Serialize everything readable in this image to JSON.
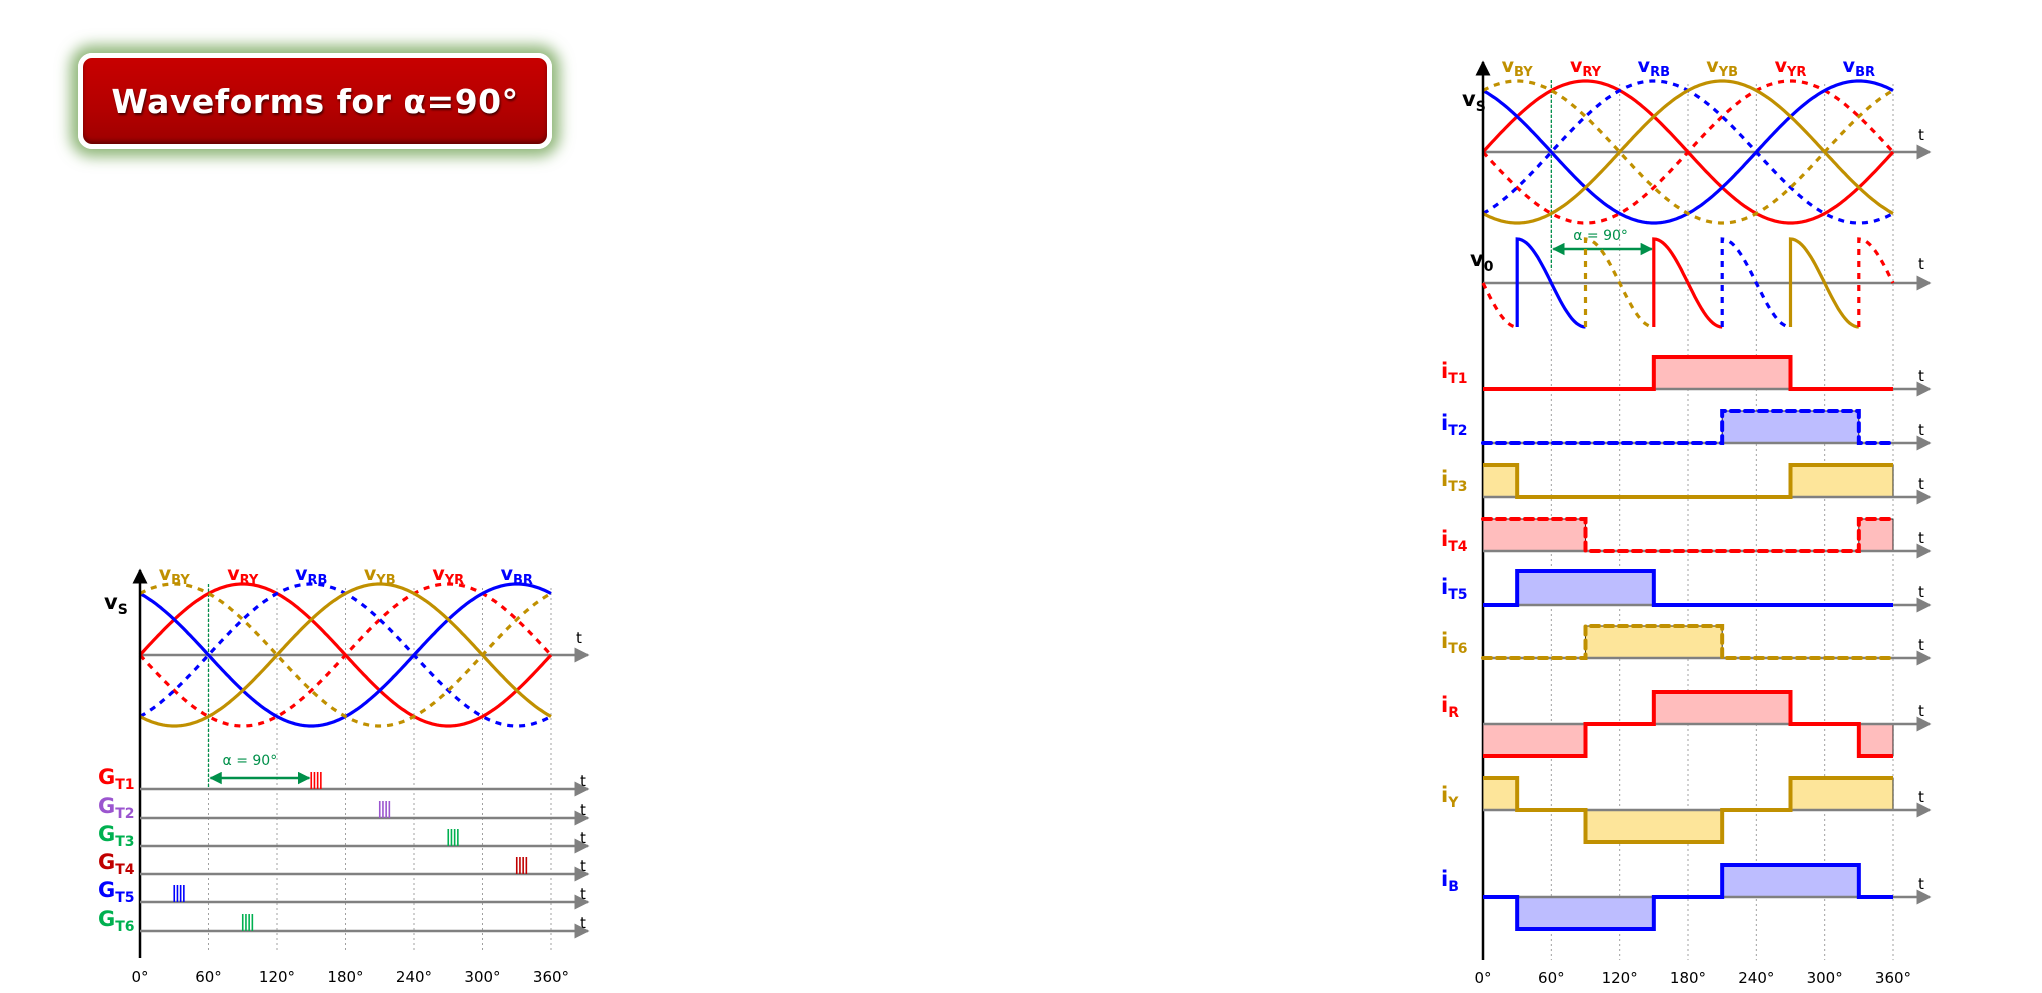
{
  "title": "Waveforms for α=90°",
  "colors": {
    "red": "#ff0000",
    "blue": "#0000ff",
    "gold": "#c09000",
    "purple": "#9b55cf",
    "green": "#00b050",
    "dark_red": "#c00000",
    "alpha_green": "#00904a",
    "axis_gray": "#808080",
    "fill_red": "#ffbdbd",
    "fill_blue": "#bdbdff",
    "fill_gold": "#fde59a"
  },
  "chart_data": [
    {
      "id": "left",
      "type": "line",
      "title": "",
      "xlabel": "",
      "x_ticks": [
        "0°",
        "60°",
        "120°",
        "180°",
        "240°",
        "300°",
        "360°"
      ],
      "x_range_deg": [
        0,
        360
      ],
      "grid": "vertical dotted at every 60°",
      "vs": {
        "label": "v",
        "label_sub": "S",
        "axis_label": "t",
        "y_range": [
          -1,
          1
        ],
        "phase_labels": [
          {
            "main": "v",
            "sub": "BY",
            "color": "gold",
            "at_deg": 30
          },
          {
            "main": "v",
            "sub": "RY",
            "color": "red",
            "at_deg": 90
          },
          {
            "main": "v",
            "sub": "RB",
            "color": "blue",
            "at_deg": 150
          },
          {
            "main": "v",
            "sub": "YB",
            "color": "gold",
            "at_deg": 210
          },
          {
            "main": "v",
            "sub": "YR",
            "color": "red",
            "at_deg": 270
          },
          {
            "main": "v",
            "sub": "BR",
            "color": "blue",
            "at_deg": 330
          }
        ],
        "series": [
          {
            "name": "vRY",
            "color": "red",
            "style": "solid",
            "func": "sin",
            "phase_deg": 0
          },
          {
            "name": "vYR",
            "color": "red",
            "style": "dashed",
            "func": "sin",
            "phase_deg": 180
          },
          {
            "name": "vBR",
            "color": "blue",
            "style": "solid",
            "func": "sin",
            "phase_deg": 120
          },
          {
            "name": "vRB",
            "color": "blue",
            "style": "dashed",
            "func": "sin",
            "phase_deg": -60
          },
          {
            "name": "vYB",
            "color": "gold",
            "style": "solid",
            "func": "sin",
            "phase_deg": -120
          },
          {
            "name": "vBY",
            "color": "gold",
            "style": "dashed",
            "func": "sin",
            "phase_deg": 60
          }
        ]
      },
      "alpha_marker": {
        "label": "α = 90°",
        "from_deg": 60,
        "to_deg": 150
      },
      "gate_pulses": [
        {
          "label": "G",
          "sub": "T1",
          "color": "red",
          "at_deg": 150
        },
        {
          "label": "G",
          "sub": "T2",
          "color": "purple",
          "at_deg": 210
        },
        {
          "label": "G",
          "sub": "T3",
          "color": "green",
          "at_deg": 270
        },
        {
          "label": "G",
          "sub": "T4",
          "color": "dark_red",
          "at_deg": 330
        },
        {
          "label": "G",
          "sub": "T5",
          "color": "blue",
          "at_deg": 30
        },
        {
          "label": "G",
          "sub": "T6",
          "color": "green",
          "at_deg": 90
        }
      ]
    },
    {
      "id": "right",
      "type": "line",
      "title": "",
      "x_ticks": [
        "0°",
        "60°",
        "120°",
        "180°",
        "240°",
        "300°",
        "360°"
      ],
      "x_range_deg": [
        0,
        360
      ],
      "grid": "vertical dotted at every 60°",
      "vs": {
        "label": "v",
        "label_sub": "S",
        "axis_label": "t",
        "y_range": [
          -1,
          1
        ],
        "phase_labels": [
          {
            "main": "v",
            "sub": "BY",
            "color": "gold",
            "at_deg": 30
          },
          {
            "main": "v",
            "sub": "RY",
            "color": "red",
            "at_deg": 90
          },
          {
            "main": "v",
            "sub": "RB",
            "color": "blue",
            "at_deg": 150
          },
          {
            "main": "v",
            "sub": "YB",
            "color": "gold",
            "at_deg": 210
          },
          {
            "main": "v",
            "sub": "YR",
            "color": "red",
            "at_deg": 270
          },
          {
            "main": "v",
            "sub": "BR",
            "color": "blue",
            "at_deg": 330
          }
        ],
        "series": [
          {
            "name": "vRY",
            "color": "red",
            "style": "solid",
            "func": "sin",
            "phase_deg": 0
          },
          {
            "name": "vYR",
            "color": "red",
            "style": "dashed",
            "func": "sin",
            "phase_deg": 180
          },
          {
            "name": "vBR",
            "color": "blue",
            "style": "solid",
            "func": "sin",
            "phase_deg": 120
          },
          {
            "name": "vRB",
            "color": "blue",
            "style": "dashed",
            "func": "sin",
            "phase_deg": -60
          },
          {
            "name": "vYB",
            "color": "gold",
            "style": "solid",
            "func": "sin",
            "phase_deg": -120
          },
          {
            "name": "vBY",
            "color": "gold",
            "style": "dashed",
            "func": "sin",
            "phase_deg": 60
          }
        ]
      },
      "v0": {
        "label": "v",
        "label_sub": "0",
        "axis_label": "t",
        "alpha_marker": {
          "label": "α = 90°",
          "from_deg": 60,
          "to_deg": 150
        },
        "segments": [
          {
            "from_deg": 0,
            "to_deg": 30,
            "color": "red",
            "style": "dashed",
            "start": 0,
            "end": -1
          },
          {
            "from_deg": 30,
            "to_deg": 90,
            "color": "blue",
            "style": "solid",
            "start": 1,
            "end": -1
          },
          {
            "from_deg": 90,
            "to_deg": 150,
            "color": "gold",
            "style": "dashed",
            "start": 1,
            "end": -1
          },
          {
            "from_deg": 150,
            "to_deg": 210,
            "color": "red",
            "style": "solid",
            "start": 1,
            "end": -1
          },
          {
            "from_deg": 210,
            "to_deg": 270,
            "color": "blue",
            "style": "dashed",
            "start": 1,
            "end": -1
          },
          {
            "from_deg": 270,
            "to_deg": 330,
            "color": "gold",
            "style": "solid",
            "start": 1,
            "end": -1
          },
          {
            "from_deg": 330,
            "to_deg": 360,
            "color": "red",
            "style": "dashed",
            "start": 1,
            "end": 0
          }
        ]
      },
      "currents": [
        {
          "label": "i",
          "sub": "T1",
          "color": "red",
          "fill": "fill_red",
          "style": "solid",
          "steps": [
            [
              0,
              0
            ],
            [
              150,
              1
            ],
            [
              270,
              0
            ],
            [
              360,
              0
            ]
          ]
        },
        {
          "label": "i",
          "sub": "T2",
          "color": "blue",
          "fill": "fill_blue",
          "style": "dashed",
          "steps": [
            [
              0,
              0
            ],
            [
              210,
              1
            ],
            [
              330,
              0
            ],
            [
              360,
              0
            ]
          ]
        },
        {
          "label": "i",
          "sub": "T3",
          "color": "gold",
          "fill": "fill_gold",
          "style": "solid",
          "steps": [
            [
              0,
              1
            ],
            [
              30,
              0
            ],
            [
              270,
              1
            ],
            [
              360,
              1
            ]
          ]
        },
        {
          "label": "i",
          "sub": "T4",
          "color": "red",
          "fill": "fill_red",
          "style": "dashed",
          "steps": [
            [
              0,
              1
            ],
            [
              90,
              0
            ],
            [
              330,
              1
            ],
            [
              360,
              1
            ]
          ]
        },
        {
          "label": "i",
          "sub": "T5",
          "color": "blue",
          "fill": "fill_blue",
          "style": "solid",
          "steps": [
            [
              0,
              0
            ],
            [
              30,
              1
            ],
            [
              150,
              0
            ],
            [
              360,
              0
            ]
          ]
        },
        {
          "label": "i",
          "sub": "T6",
          "color": "gold",
          "fill": "fill_gold",
          "style": "dashed",
          "steps": [
            [
              0,
              0
            ],
            [
              90,
              1
            ],
            [
              210,
              0
            ],
            [
              360,
              0
            ]
          ]
        },
        {
          "label": "i",
          "sub": "R",
          "color": "red",
          "fill": "fill_red",
          "style": "solid",
          "steps": [
            [
              0,
              -1
            ],
            [
              90,
              0
            ],
            [
              150,
              1
            ],
            [
              270,
              0
            ],
            [
              330,
              -1
            ],
            [
              360,
              -1
            ]
          ]
        },
        {
          "label": "i",
          "sub": "Y",
          "color": "gold",
          "fill": "fill_gold",
          "style": "solid",
          "steps": [
            [
              0,
              1
            ],
            [
              30,
              0
            ],
            [
              90,
              -1
            ],
            [
              210,
              0
            ],
            [
              270,
              1
            ],
            [
              360,
              1
            ]
          ]
        },
        {
          "label": "i",
          "sub": "B",
          "color": "blue",
          "fill": "fill_blue",
          "style": "solid",
          "steps": [
            [
              0,
              0
            ],
            [
              30,
              -1
            ],
            [
              150,
              0
            ],
            [
              210,
              1
            ],
            [
              330,
              0
            ],
            [
              360,
              0
            ]
          ]
        }
      ]
    }
  ]
}
